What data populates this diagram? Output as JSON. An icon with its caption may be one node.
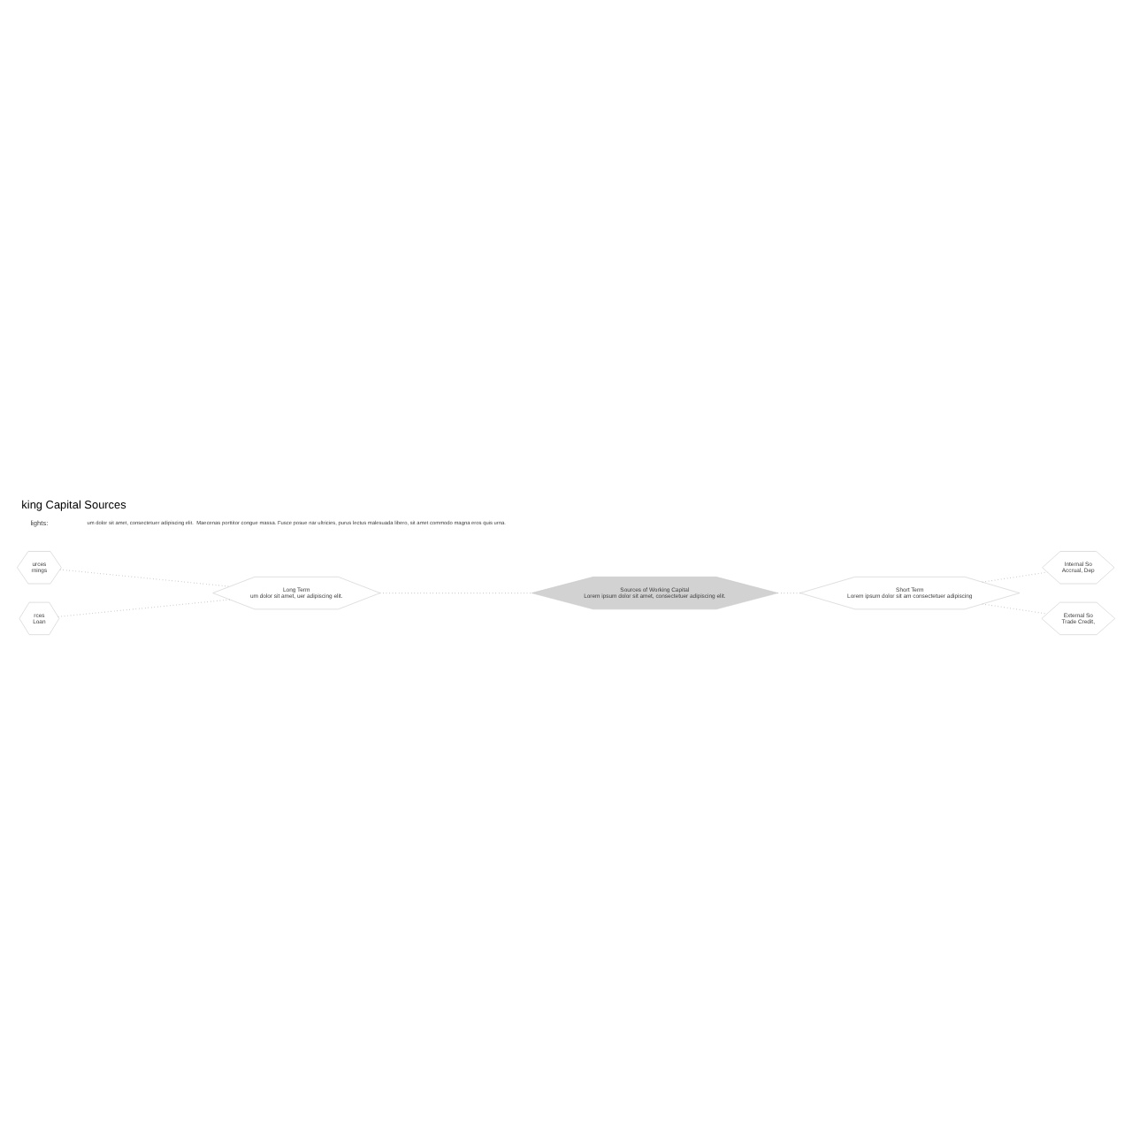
{
  "diagram": {
    "title": "king Capital Sources",
    "nodes": [
      {
        "text": [
          "Sources of Working Capital",
          "Lorem ipsum dolor sit amet, consectetuer adipiscing elit."
        ]
      },
      {
        "text": [
          "Long Term",
          "um dolor sit amet, uer adipiscing elit."
        ]
      },
      {
        "text": [
          "urces",
          "rnings"
        ]
      },
      {
        "text": [
          "rces",
          "Loan"
        ]
      },
      {
        "text": [
          "Short Term",
          "Lorem ipsum dolor sit am consectetuer adipiscing"
        ]
      },
      {
        "text": [
          "Internal So",
          "Accrual, Dep"
        ]
      },
      {
        "text": [
          "External So",
          "Trade Credit,"
        ]
      }
    ],
    "edges": [
      {
        "from": 0,
        "to": 1,
        "arrow": "none",
        "style": "dashed"
      },
      {
        "from": 0,
        "to": 4,
        "arrow": "none",
        "style": "dashed"
      },
      {
        "from": 1,
        "to": 2,
        "arrow": "none",
        "style": "dashed"
      },
      {
        "from": 1,
        "to": 3,
        "arrow": "none",
        "style": "dashed"
      },
      {
        "from": 4,
        "to": 5,
        "arrow": "none",
        "style": "dashed"
      },
      {
        "from": 4,
        "to": 6,
        "arrow": "none",
        "style": "dashed"
      }
    ],
    "labels": [
      "lights:",
      "um dolor sit amet, consectetuer adipiscing elit.  Maecenas porttitor congue massa. Fusce posue nar ultricies, purus lectus malesuada libero, sit amet commodo magna eros quis urna."
    ]
  }
}
